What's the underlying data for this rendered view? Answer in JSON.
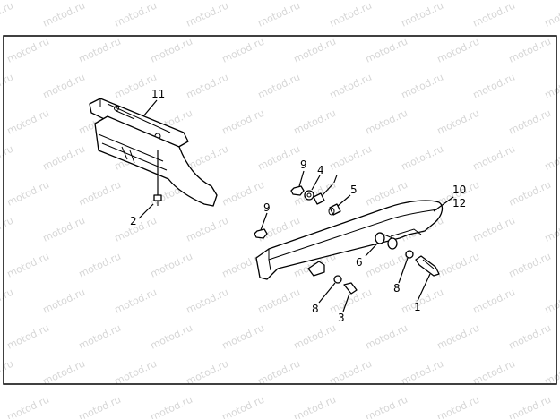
{
  "watermark": "motod.ru",
  "labels": {
    "p1": "1",
    "p2": "2",
    "p3": "3",
    "p4": "4",
    "p5": "5",
    "p6": "6",
    "p7": "7",
    "p8a": "8",
    "p8b": "8",
    "p9a": "9",
    "p9b": "9",
    "p10": "10",
    "p11": "11",
    "p12": "12"
  }
}
